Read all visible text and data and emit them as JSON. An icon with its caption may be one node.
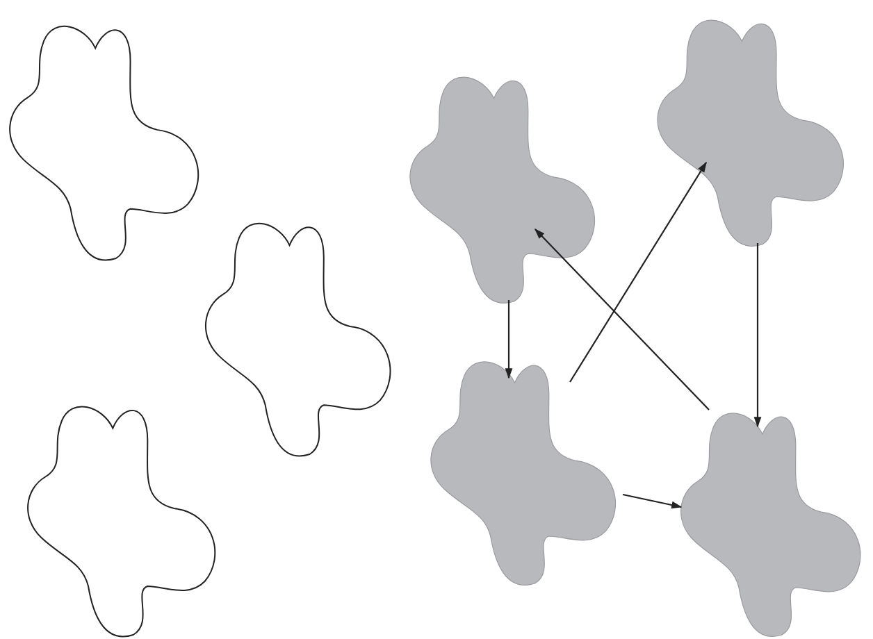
{
  "diagram": {
    "nodes": [
      {
        "text": [],
        "shape": "blob"
      },
      {
        "text": [],
        "shape": "blob"
      },
      {
        "text": [],
        "shape": "blob"
      },
      {
        "text": [],
        "shape": "blob"
      },
      {
        "text": [],
        "shape": "blob"
      },
      {
        "text": [],
        "shape": "blob"
      },
      {
        "text": [],
        "shape": "blob"
      }
    ],
    "edges": [
      {
        "from": 3,
        "to": 5,
        "arrow": "to"
      },
      {
        "from": 5,
        "to": 4,
        "arrow": "to"
      },
      {
        "from": 6,
        "to": 3,
        "arrow": "to"
      },
      {
        "from": 4,
        "to": 6,
        "arrow": "to"
      },
      {
        "from": 5,
        "to": 6,
        "arrow": "to"
      }
    ]
  }
}
